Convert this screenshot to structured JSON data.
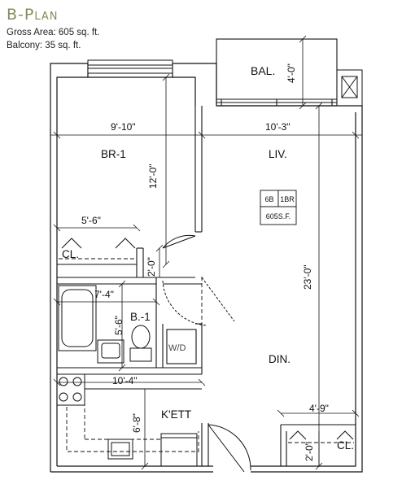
{
  "header": {
    "title": "B-Plan",
    "gross_area": "Gross Area: 605 sq. ft.",
    "balcony_area": "Balcony: 35 sq. ft."
  },
  "rooms": {
    "balcony": "BAL.",
    "bedroom": "BR-1",
    "living": "LIV.",
    "closet_bed": "CL.",
    "bath": "B.-1",
    "washer_dryer": "W/D",
    "dining": "DIN.",
    "kitchen": "K'ETT",
    "closet_din": "CL."
  },
  "unit_tag": {
    "unit": "6B",
    "type": "1BR",
    "area": "605S.F."
  },
  "dimensions": {
    "bal_depth": "4'-0\"",
    "br_width": "9'-10\"",
    "liv_width": "10'-3\"",
    "br_depth": "12'-0\"",
    "cl_width": "5'-6\"",
    "cl_depth": "2'-0\"",
    "bath_width": "7'-4\"",
    "bath_depth": "5'-6\"",
    "liv_depth": "23'-0\"",
    "kett_width": "10'-4\"",
    "kett_depth": "6'-8\"",
    "cl2_width": "4'-9\"",
    "cl2_depth": "2'-0\""
  }
}
